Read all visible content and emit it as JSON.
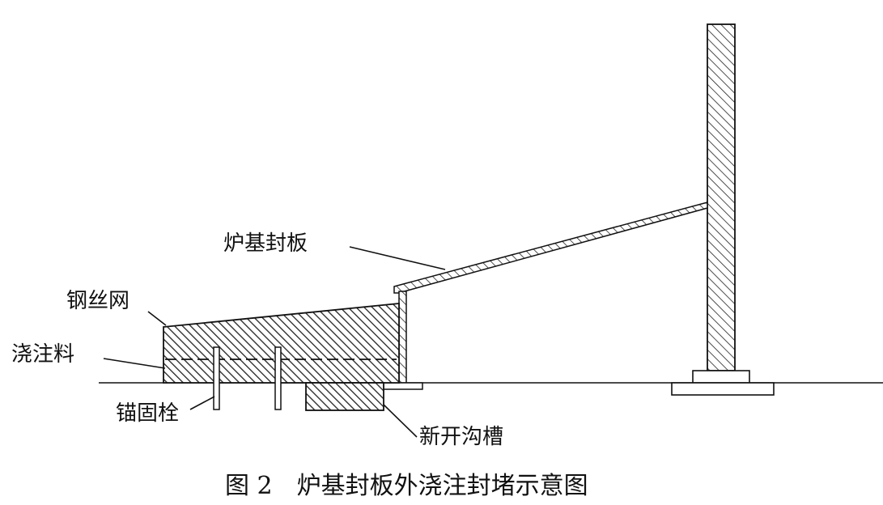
{
  "labels": {
    "furnace_base_seal_plate": "炉基封板",
    "steel_wire_mesh": "钢丝网",
    "castable": "浇注料",
    "anchor_bolt": "锚固栓",
    "new_trench": "新开沟槽"
  },
  "caption": "图 2　炉基封板外浇注封堵示意图",
  "colors": {
    "line": "#111111",
    "background": "#ffffff"
  }
}
